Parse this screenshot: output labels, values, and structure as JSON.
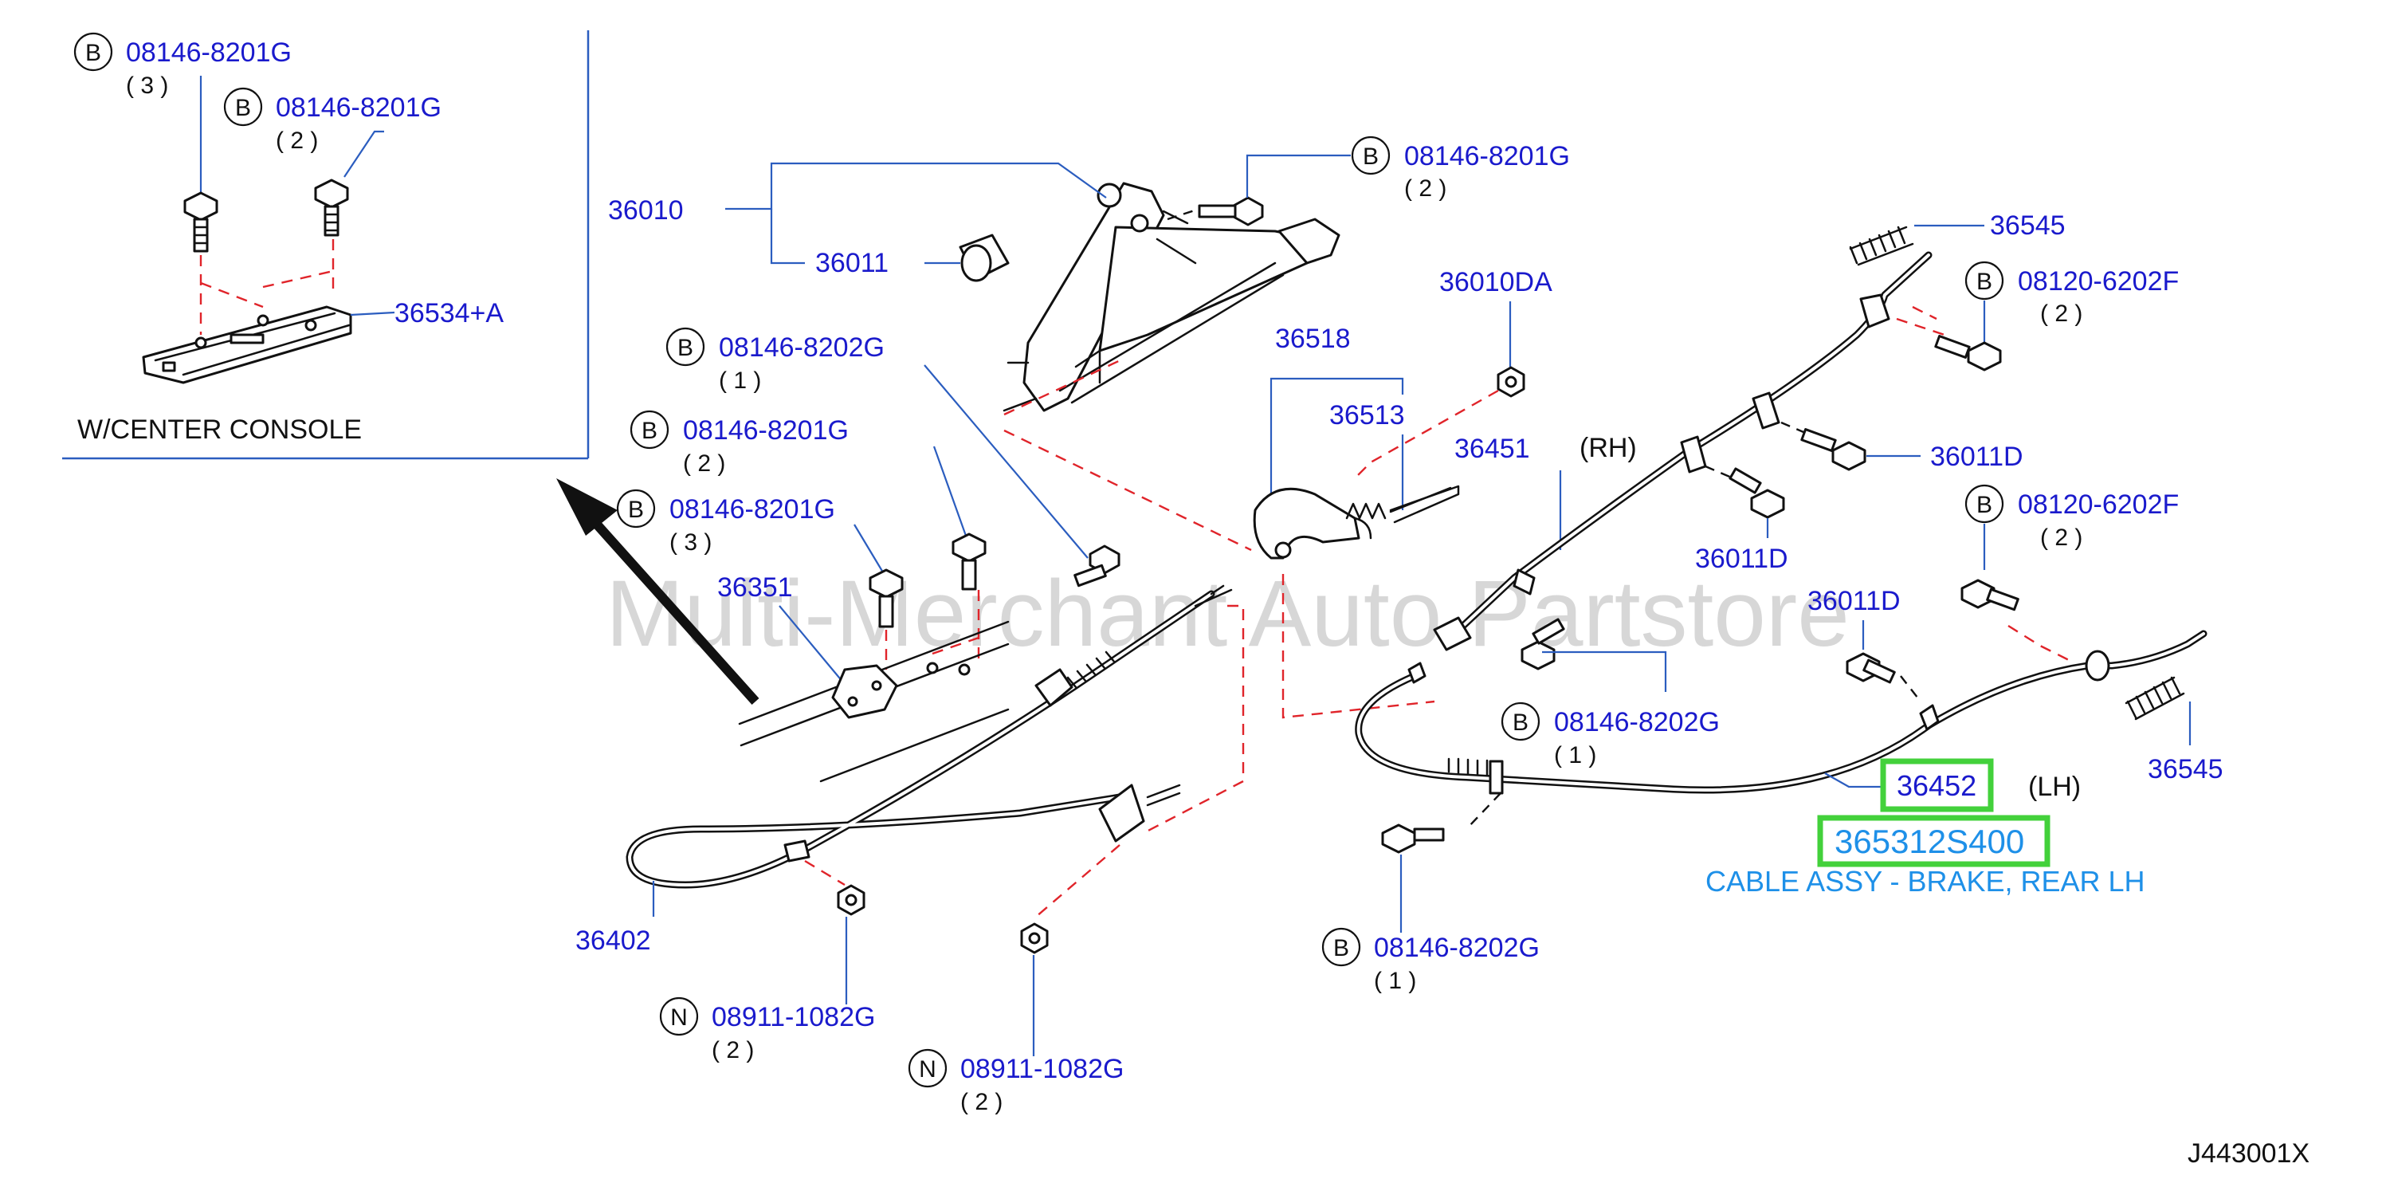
{
  "watermark": "Multi-Merchant Auto Partstore",
  "drawing_code": "J443001X",
  "inset": {
    "caption": "W/CENTER  CONSOLE",
    "callouts": [
      {
        "symbol": "B",
        "part": "08146-8201G",
        "qty": "( 3 )"
      },
      {
        "symbol": "B",
        "part": "08146-8201G",
        "qty": "( 2 )"
      },
      {
        "symbol": "",
        "part": "36534+A",
        "qty": ""
      }
    ]
  },
  "callouts": {
    "c36010": {
      "part": "36010"
    },
    "c36011": {
      "part": "36011"
    },
    "c_b_top": {
      "symbol": "B",
      "part": "08146-8201G",
      "qty": "( 2 )"
    },
    "c36010DA": {
      "part": "36010DA"
    },
    "c36518": {
      "part": "36518"
    },
    "c36513": {
      "part": "36513"
    },
    "c36451": {
      "part": "36451"
    },
    "c_b_8202_mid": {
      "symbol": "B",
      "part": "08146-8202G",
      "qty": "( 1 )"
    },
    "c_b_8201_2": {
      "symbol": "B",
      "part": "08146-8201G",
      "qty": "( 2 )"
    },
    "c_b_8201_3": {
      "symbol": "B",
      "part": "08146-8201G",
      "qty": "( 3 )"
    },
    "c36351": {
      "part": "36351"
    },
    "c36545_top": {
      "part": "36545"
    },
    "c_b_6202_top": {
      "symbol": "B",
      "part": "08120-6202F",
      "qty": "( 2 )"
    },
    "c36011D_a": {
      "part": "36011D"
    },
    "c36011D_b": {
      "part": "36011D"
    },
    "c_b_6202_mid": {
      "symbol": "B",
      "part": "08120-6202F",
      "qty": "( 2 )"
    },
    "c36011D_c": {
      "part": "36011D"
    },
    "c_b_8202_right": {
      "symbol": "B",
      "part": "08146-8202G",
      "qty": "( 1 )"
    },
    "c36545_bot": {
      "part": "36545"
    },
    "c36402": {
      "part": "36402"
    },
    "c_n_a": {
      "symbol": "N",
      "part": "08911-1082G",
      "qty": "( 2 )"
    },
    "c_n_b": {
      "symbol": "N",
      "part": "08911-1082G",
      "qty": "( 2 )"
    },
    "c_b_8202_bot": {
      "symbol": "B",
      "part": "08146-8202G",
      "qty": "( 1 )"
    }
  },
  "side_labels": {
    "rh": "(RH)",
    "lh": "(LH)"
  },
  "highlight": {
    "part": "36452",
    "oem_number": "365312S400",
    "description": "CABLE ASSY - BRAKE, REAR LH",
    "box_color": "#43d13b"
  },
  "colors": {
    "part_number": "#1a1acc",
    "leader": "#2b5dbf",
    "dash": "#e0242a",
    "description": "#1e90e8"
  }
}
